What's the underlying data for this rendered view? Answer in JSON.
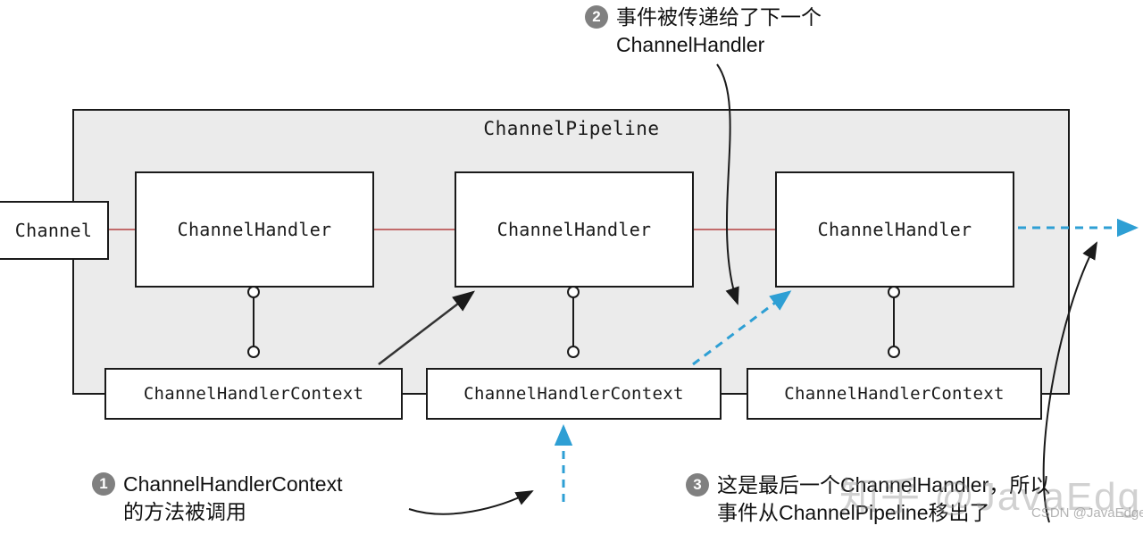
{
  "diagram": {
    "title": "ChannelPipeline",
    "channel": {
      "label": "Channel"
    },
    "handlers": [
      {
        "label": "ChannelHandler"
      },
      {
        "label": "ChannelHandler"
      },
      {
        "label": "ChannelHandler"
      }
    ],
    "contexts": [
      {
        "label": "ChannelHandlerContext"
      },
      {
        "label": "ChannelHandlerContext"
      },
      {
        "label": "ChannelHandlerContext"
      }
    ],
    "colors": {
      "pipeline_fill": "#ebebeb",
      "stroke": "#1a1a1a",
      "link_red": "#c26b6b",
      "flow_cyan": "#2e9fd4",
      "badge_gray": "#808080"
    }
  },
  "annotations": [
    {
      "number": "1",
      "text": "ChannelHandlerContext\n的方法被调用"
    },
    {
      "number": "2",
      "text": "事件被传递给了下一个\nChannelHandler"
    },
    {
      "number": "3",
      "text": "这是最后一个ChannelHandler，所以\n事件从ChannelPipeline移出了"
    }
  ],
  "watermarks": {
    "primary": "知乎 @JavaEdge",
    "secondary": "CSDN @JavaEdge."
  }
}
